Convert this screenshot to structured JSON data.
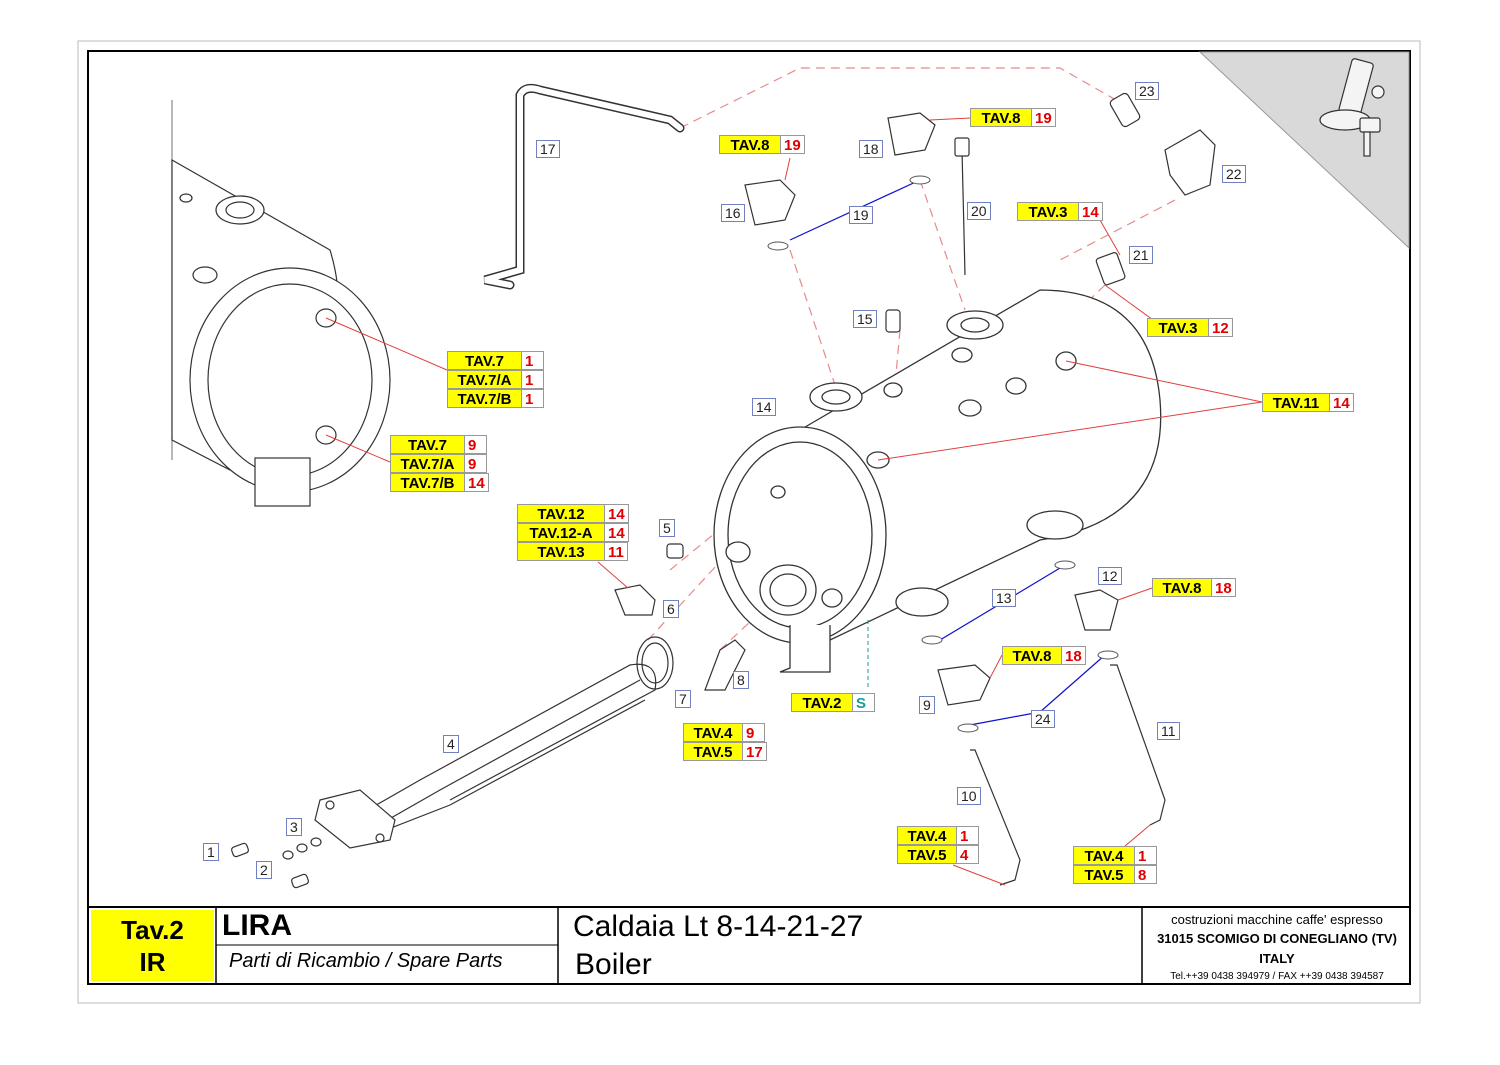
{
  "title_block": {
    "code_line1": "Tav.2",
    "code_line2": "IR",
    "model": "LIRA",
    "subtitle": "Parti di Ricambio / Spare Parts",
    "title_line1": "Caldaia Lt 8-14-21-27",
    "title_line2": "Boiler",
    "company_line1": "costruzioni macchine caffe' espresso",
    "company_line2": "31015 SCOMIGO DI CONEGLIANO (TV)",
    "company_line3": "ITALY",
    "company_line4": "Tel.++39 0438 394979 / FAX ++39 0438 394587"
  },
  "part_numbers": [
    "1",
    "2",
    "3",
    "4",
    "5",
    "6",
    "7",
    "8",
    "9",
    "10",
    "11",
    "12",
    "13",
    "14",
    "15",
    "16",
    "17",
    "18",
    "19",
    "20",
    "21",
    "22",
    "23",
    "24"
  ],
  "references": [
    {
      "tav": "TAV.8",
      "num": "19"
    },
    {
      "tav": "TAV.8",
      "num": "19"
    },
    {
      "tav": "TAV.3",
      "num": "14"
    },
    {
      "tav": "TAV.3",
      "num": "12"
    },
    {
      "tav": "TAV.7",
      "num": "1"
    },
    {
      "tav": "TAV.7/A",
      "num": "1"
    },
    {
      "tav": "TAV.7/B",
      "num": "1"
    },
    {
      "tav": "TAV.11",
      "num": "14"
    },
    {
      "tav": "TAV.7",
      "num": "9"
    },
    {
      "tav": "TAV.7/A",
      "num": "9"
    },
    {
      "tav": "TAV.7/B",
      "num": "14"
    },
    {
      "tav": "TAV.12",
      "num": "14"
    },
    {
      "tav": "TAV.12-A",
      "num": "14"
    },
    {
      "tav": "TAV.13",
      "num": "11"
    },
    {
      "tav": "TAV.8",
      "num": "18"
    },
    {
      "tav": "TAV.8",
      "num": "18"
    },
    {
      "tav": "TAV.2",
      "num": "S"
    },
    {
      "tav": "TAV.4",
      "num": "9"
    },
    {
      "tav": "TAV.5",
      "num": "17"
    },
    {
      "tav": "TAV.4",
      "num": "1"
    },
    {
      "tav": "TAV.5",
      "num": "4"
    },
    {
      "tav": "TAV.4",
      "num": "1"
    },
    {
      "tav": "TAV.5",
      "num": "8"
    }
  ],
  "colors": {
    "label_bg": "#ffff00",
    "ref_number": "#e00000",
    "ref_number_alt": "#1a9a9a",
    "leader_red": "#e04040",
    "leader_blue": "#1010d0",
    "outline": "#333333"
  }
}
